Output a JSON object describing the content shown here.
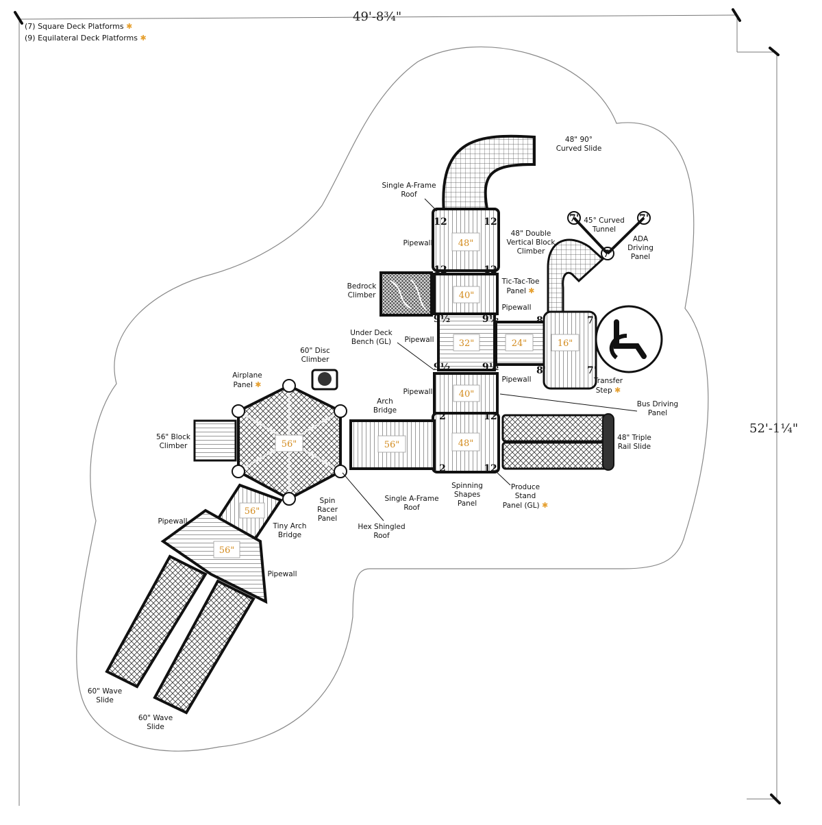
{
  "legend": {
    "square_decks": "(7) Square Deck Platforms",
    "equilateral_decks": "(9) Equilateral Deck Platforms",
    "star_color": "#e6a030"
  },
  "dimensions": {
    "width": "49'-8¾\"",
    "height": "52'-1¼\""
  },
  "labels": {
    "curved_slide": "48\" 90°\nCurved Slide",
    "single_a_frame_roof_top": "Single A-Frame\nRoof",
    "pipewall_top": "Pipewall",
    "double_vertical_climber": "48\" Double\nVertical Block\nClimber",
    "curved_tunnel": "45° Curved\nTunnel",
    "ada_driving_panel": "ADA\nDriving\nPanel",
    "bedrock_climber": "Bedrock\nClimber",
    "tic_tac_toe": "Tic-Tac-Toe\nPanel",
    "pipewall_mid_right": "Pipewall",
    "under_deck_bench": "Under Deck\nBench (GL)",
    "pipewall_mid_left": "Pipewall",
    "pipewall_lower_right": "Pipewall",
    "transfer_step": "Transfer\nStep",
    "disc_climber": "60\" Disc\nClimber",
    "airplane_panel": "Airplane\nPanel",
    "pipewall_lower_left": "Pipewall",
    "bus_driving_panel": "Bus Driving\nPanel",
    "arch_bridge": "Arch\nBridge",
    "block_climber": "56\" Block\nClimber",
    "triple_rail_slide": "48\" Triple\nRail Slide",
    "single_a_frame_roof_bottom": "Single A-Frame\nRoof",
    "spinning_shapes": "Spinning\nShapes\nPanel",
    "produce_stand": "Produce\nStand\nPanel (GL)",
    "spin_racer": "Spin\nRacer\nPanel",
    "hex_shingled_roof": "Hex Shingled\nRoof",
    "pipewall_left": "Pipewall",
    "tiny_arch_bridge": "Tiny Arch\nBridge",
    "pipewall_bottom": "Pipewall",
    "wave_slide_1": "60\" Wave\nSlide",
    "wave_slide_2": "60\" Wave\nSlide"
  },
  "decks": {
    "top": "48\"",
    "upper": "40\"",
    "middle": "32\"",
    "side": "24\"",
    "ada": "16\"",
    "lower": "40\"",
    "bottom": "48\"",
    "bridge": "56\"",
    "hex": "56\"",
    "lower_left_1": "56\"",
    "lower_left_2": "56\""
  },
  "post_heights": {
    "twelve": "12",
    "nine_half": "9½",
    "eight": "8'",
    "seven": "7'",
    "two": "2",
    "seven_small": "7'"
  }
}
